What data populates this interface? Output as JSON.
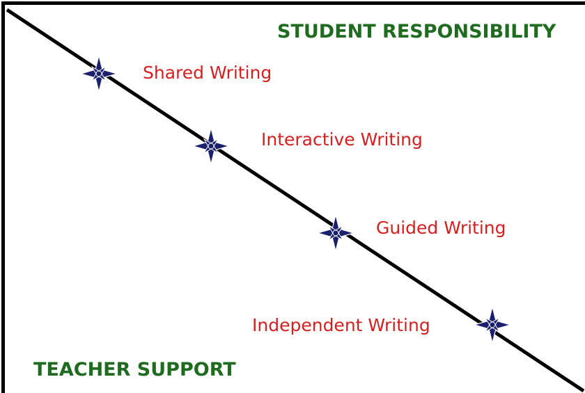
{
  "regions": {
    "top_right": "STUDENT RESPONSIBILITY",
    "bottom_left": "TEACHER SUPPORT"
  },
  "stages": [
    {
      "label": "Shared Writing"
    },
    {
      "label": "Interactive Writing"
    },
    {
      "label": "Guided Writing"
    },
    {
      "label": "Independent Writing"
    }
  ],
  "colors": {
    "region_text": "#1f6b1f",
    "stage_text": "#d42020",
    "star_fill": "#1a1f6e",
    "line": "#000000",
    "border": "#000000"
  },
  "marker_icon": "compass-star-icon"
}
